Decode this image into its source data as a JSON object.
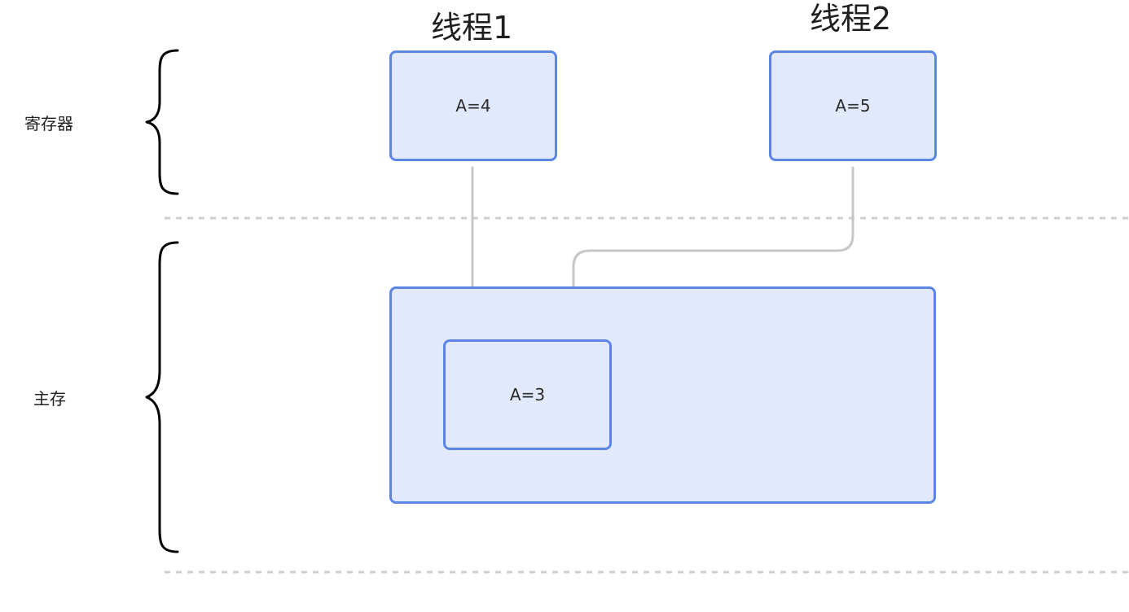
{
  "labels": {
    "register": "寄存器",
    "main_memory": "主存",
    "thread1": "线程1",
    "thread2": "线程2"
  },
  "values": {
    "thread1_register": "A=4",
    "thread2_register": "A=5",
    "main_memory_value": "A=3"
  },
  "colors": {
    "box_border": "#5b86e5",
    "box_fill": "#e3e9fc",
    "arrow": "#c7c7c7",
    "divider": "#cfcfcf",
    "brace": "#000000"
  }
}
